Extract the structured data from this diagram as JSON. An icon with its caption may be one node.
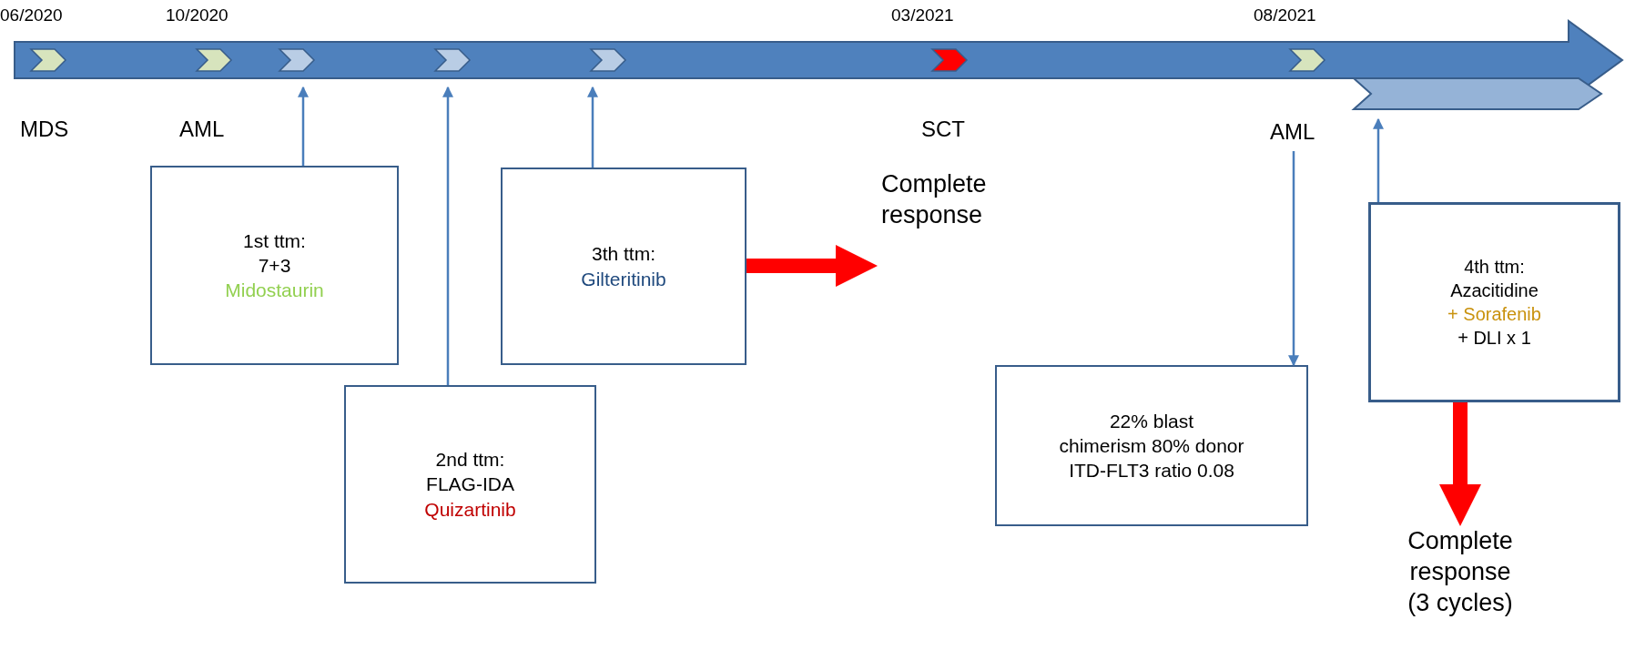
{
  "diagram": {
    "nodes": [
      {
        "text": [],
        "shape": "arrow"
      },
      {
        "text": [],
        "shape": "bar"
      },
      {
        "text": [
          "AML"
        ]
      },
      {
        "text": [
          "1st ttm:",
          "7+3",
          "Midostaurin"
        ]
      },
      {
        "text": [
          "2nd ttm:",
          "FLAG-IDA",
          "Quizartinib"
        ]
      },
      {
        "text": [
          "3th ttm:",
          "Gilteritinib"
        ]
      },
      {
        "text": [
          "Complete response"
        ]
      },
      {
        "text": [
          "22% blast",
          "chimerism 80% donor",
          "ITD-FLT3 ratio 0.08"
        ]
      },
      {
        "text": [
          "4th ttm:",
          "Azacitidine",
          "+ Sorafenib",
          "+ DLI x 1"
        ]
      },
      {
        "text": [
          "Complete response (3 cycles)"
        ]
      }
    ],
    "edges": [
      {
        "from": 3,
        "to": 0,
        "arrow": "to"
      },
      {
        "from": 4,
        "to": 0,
        "arrow": "to"
      },
      {
        "from": 5,
        "to": 0,
        "arrow": "to"
      },
      {
        "from": 2,
        "to": 7,
        "arrow": "to"
      },
      {
        "from": 8,
        "to": 1,
        "arrow": "to"
      },
      {
        "from": 5,
        "to": 6,
        "arrow": "to",
        "style": "thick",
        "color": "#ff0000"
      },
      {
        "from": 8,
        "to": 9,
        "arrow": "to",
        "style": "thick",
        "color": "#ff0000"
      }
    ],
    "labels": [
      "06/2020",
      "10/2020",
      "03/2021",
      "08/2021",
      "MDS",
      "AML",
      "SCT"
    ]
  }
}
